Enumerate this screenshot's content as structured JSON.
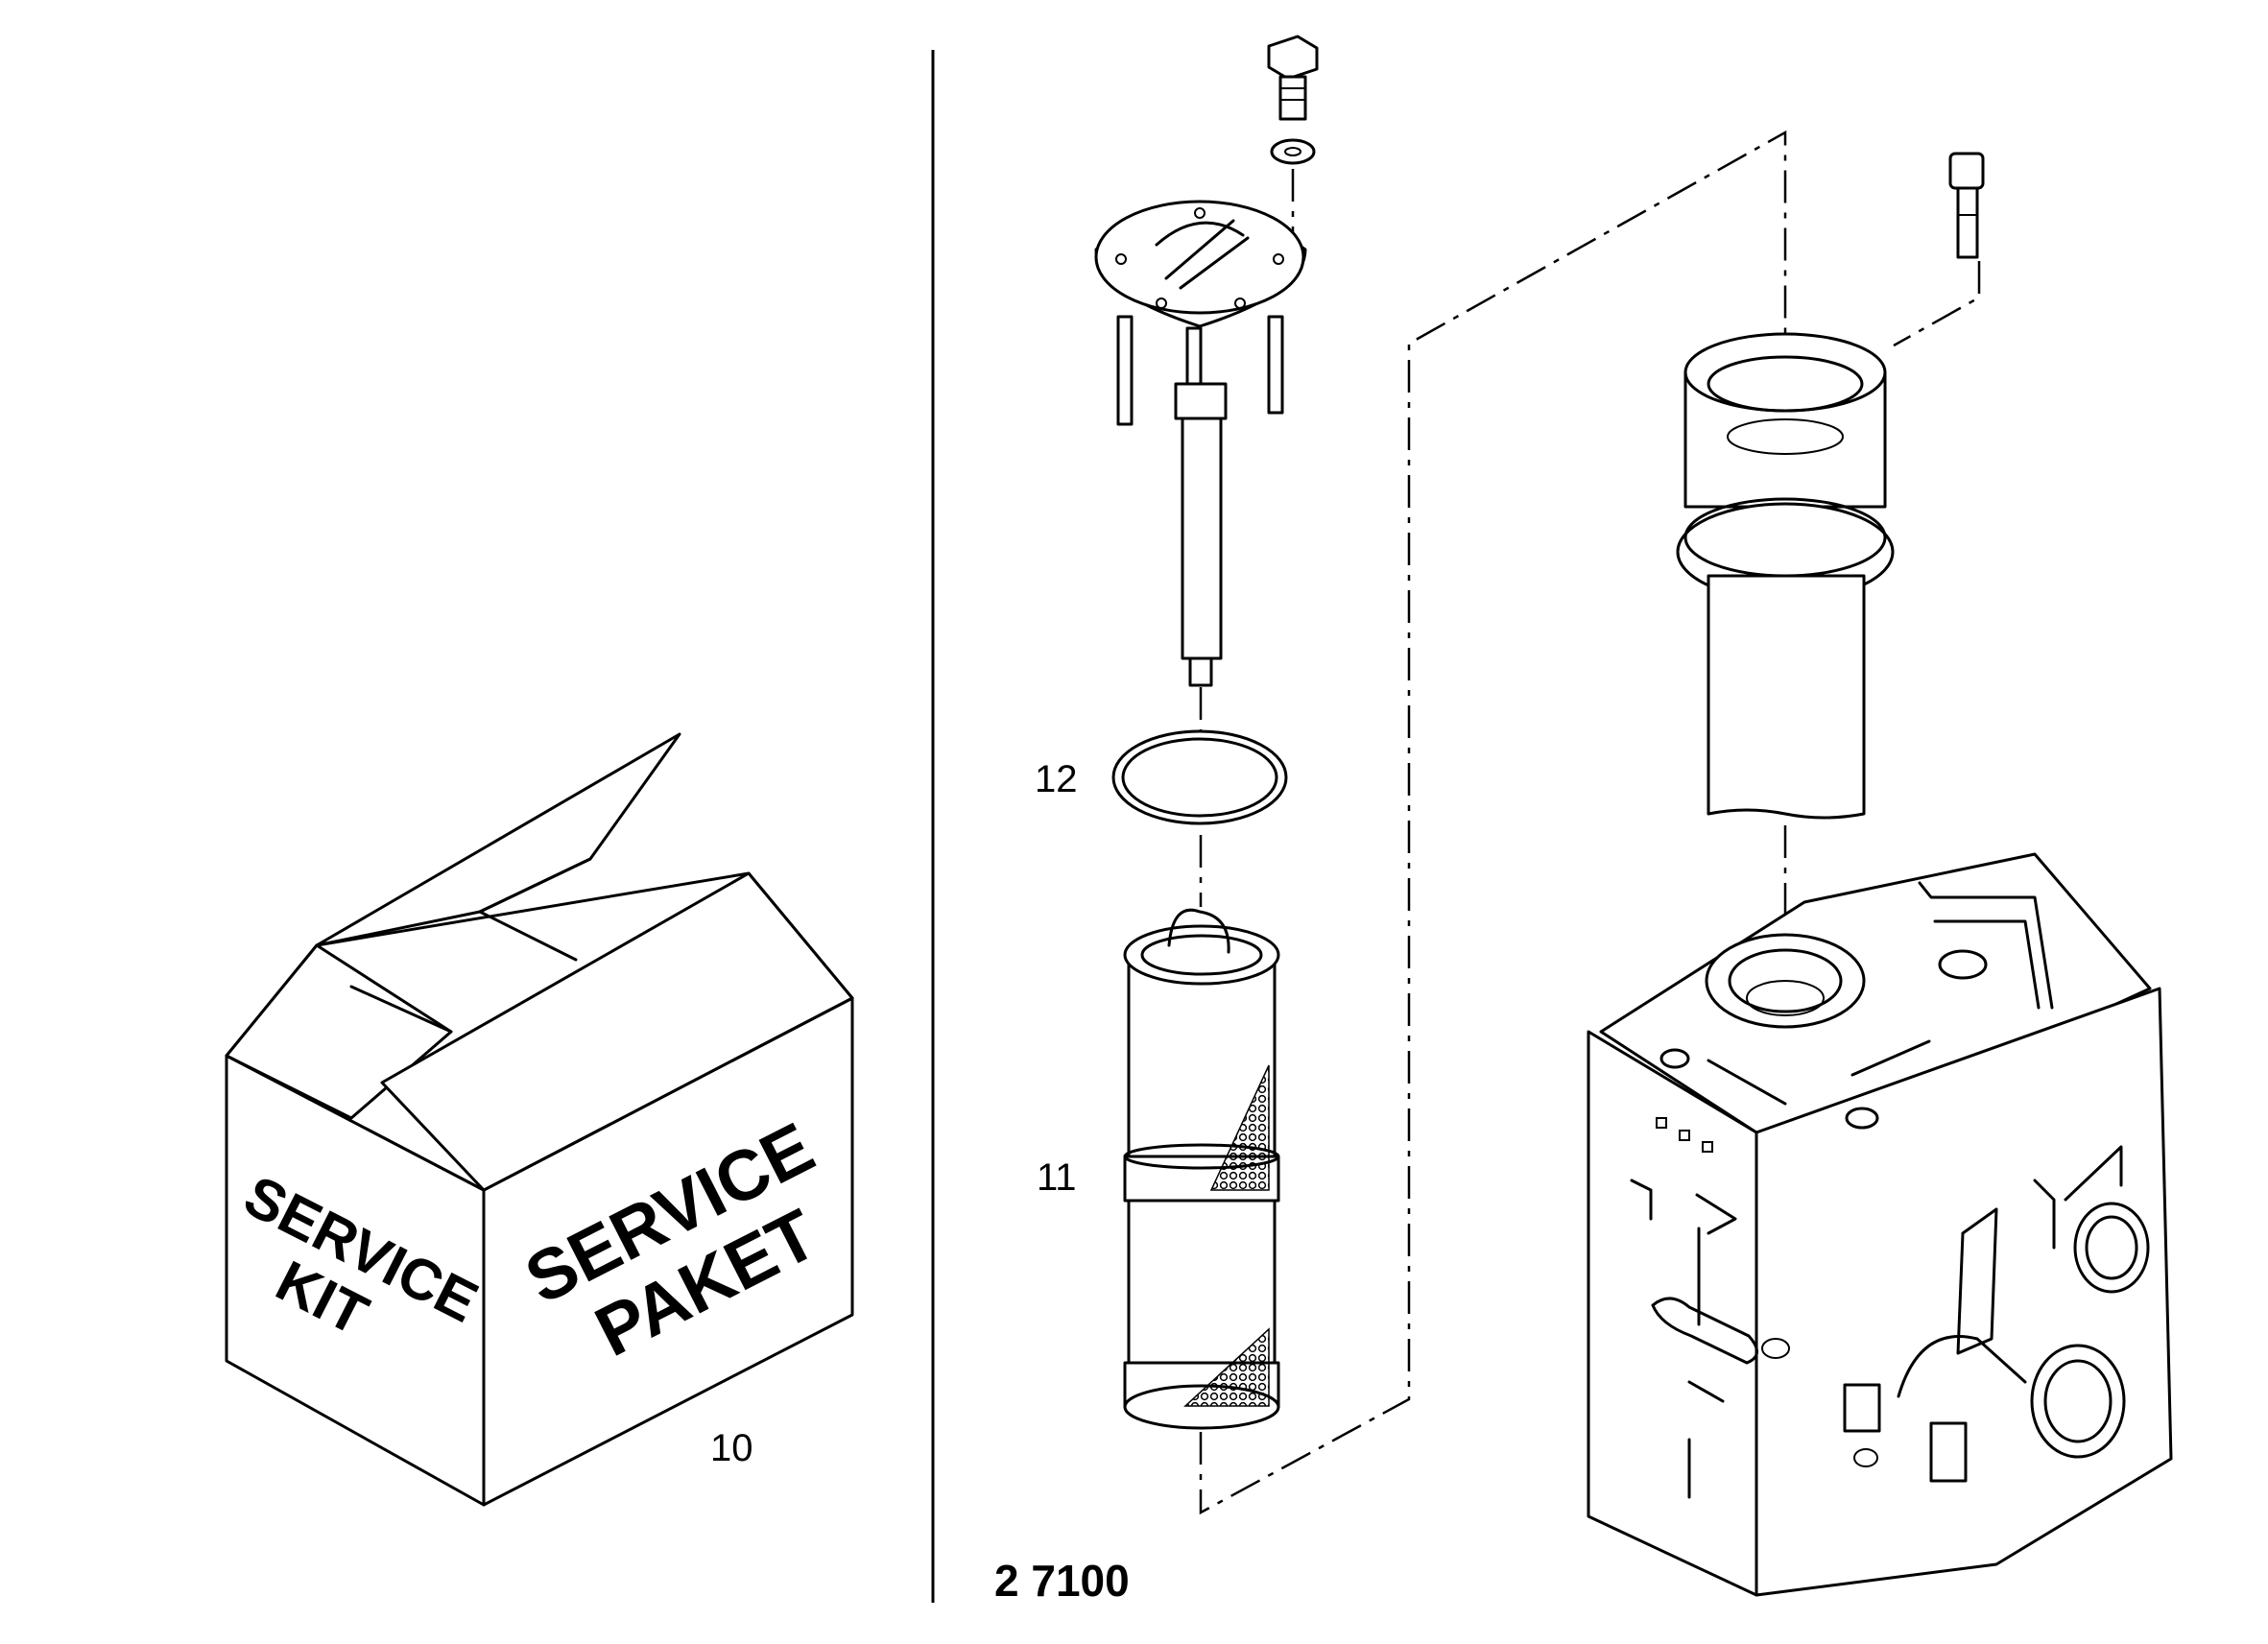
{
  "drawing_number": "2 7100",
  "callouts": {
    "service_kit": "10",
    "filter_element": "11",
    "o_ring": "12"
  },
  "box_labels": {
    "left_line1": "SERVICE",
    "left_line2": "KIT",
    "right_line1": "SERVICE",
    "right_line2": "PAKET"
  }
}
